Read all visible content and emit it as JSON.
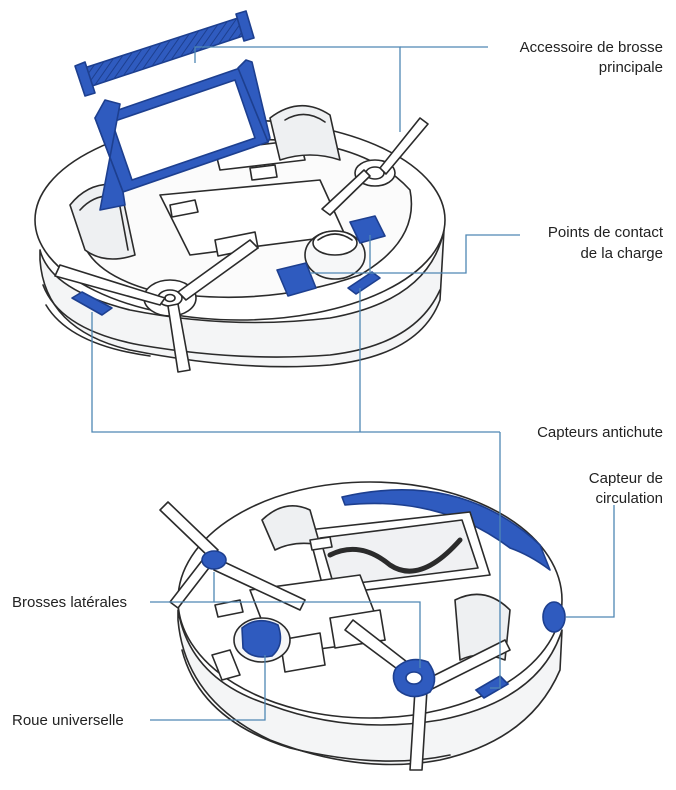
{
  "colors": {
    "outline": "#2b2b2b",
    "accent_blue": "#2f5bbf",
    "accent_dark": "#1d3f8f",
    "leader_line": "#4f87b4",
    "body_fill": "#ffffff",
    "shade": "#eef0f2"
  },
  "labels": {
    "main_brush": {
      "line1": "Accessoire de brosse",
      "line2": "principale"
    },
    "charge_contacts": {
      "line1": "Points de contact",
      "line2": "de la charge"
    },
    "cliff_sensors": "Capteurs antichute",
    "circulation_sensor": {
      "line1": "Capteur de",
      "line2": "circulation"
    },
    "side_brushes": "Brosses latérales",
    "universal_wheel": "Roue universelle"
  }
}
